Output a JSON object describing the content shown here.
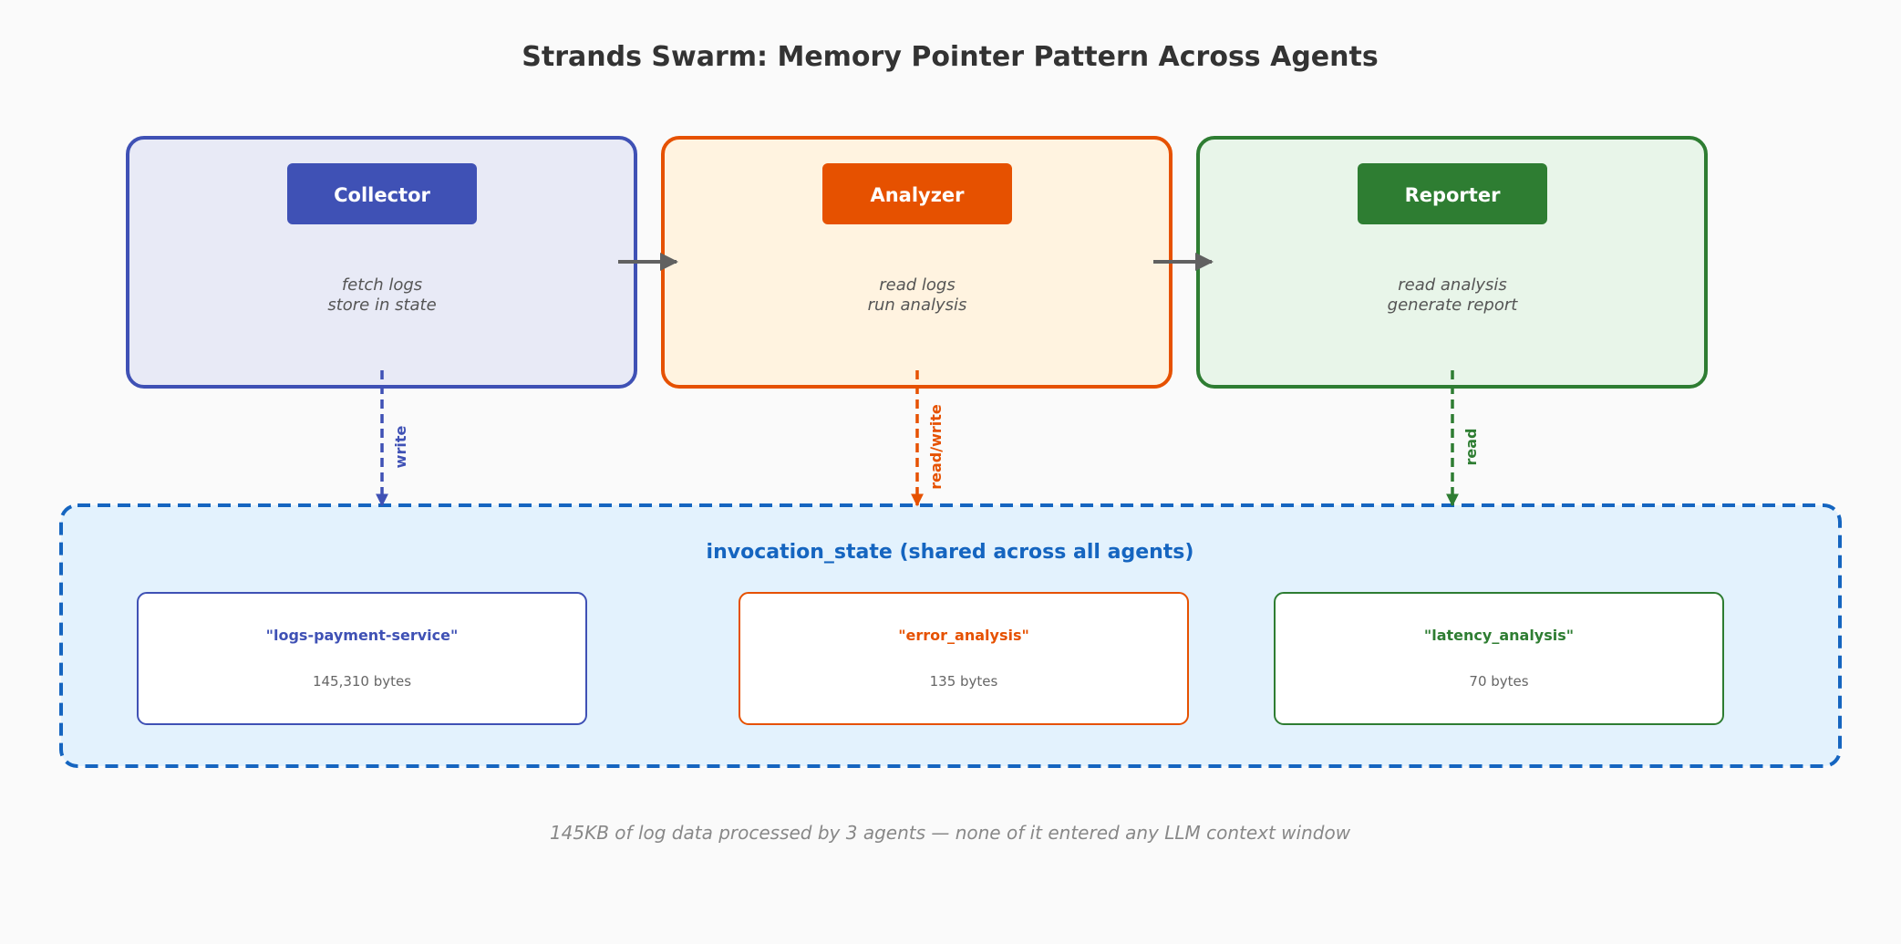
{
  "title": "Strands Swarm: Memory Pointer Pattern Across Agents",
  "agents": [
    {
      "label": "Collector",
      "desc": [
        "fetch logs",
        "store in state"
      ],
      "edge_label": "write",
      "color": "#3f51b5",
      "fill": "#e8eaf6"
    },
    {
      "label": "Analyzer",
      "desc": [
        "read logs",
        "run analysis"
      ],
      "edge_label": "read/write",
      "color": "#e65100",
      "fill": "#fff3e0"
    },
    {
      "label": "Reporter",
      "desc": [
        "read analysis",
        "generate report"
      ],
      "edge_label": "read",
      "color": "#2e7d32",
      "fill": "#e8f5e9"
    }
  ],
  "state": {
    "title": "invocation_state  (shared across all agents)",
    "color": "#1565c0",
    "fill": "#e3f2fd",
    "entries": [
      {
        "key": "\"logs-payment-service\"",
        "size": "145,310 bytes",
        "color": "#3f51b5"
      },
      {
        "key": "\"error_analysis\"",
        "size": "135 bytes",
        "color": "#e65100"
      },
      {
        "key": "\"latency_analysis\"",
        "size": "70 bytes",
        "color": "#2e7d32"
      }
    ]
  },
  "footer": "145KB of log data processed by 3 agents — none of it entered any LLM context window",
  "colors": {
    "flow_arrow": "#616161",
    "title": "#333333",
    "desc": "#555555",
    "footer": "#888888",
    "size": "#666666"
  }
}
